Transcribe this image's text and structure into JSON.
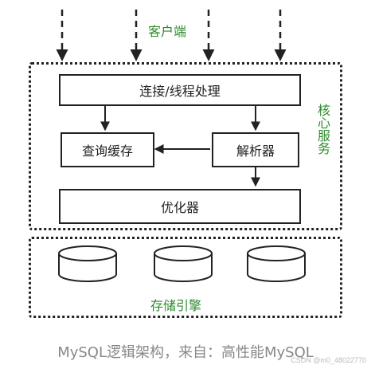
{
  "diagram": {
    "client_label": "客户端",
    "core_label": "核心服务",
    "boxes": {
      "connection": "连接/线程处理",
      "query_cache": "查询缓存",
      "parser": "解析器",
      "optimizer": "优化器"
    },
    "storage_label": "存储引擎",
    "caption": "MySQL逻辑架构，来自：高性能MySQL",
    "watermark": "CSDN @m0_48022770",
    "colors": {
      "line": "#222222",
      "label_green": "#2e8b2e",
      "caption": "#888888"
    }
  }
}
